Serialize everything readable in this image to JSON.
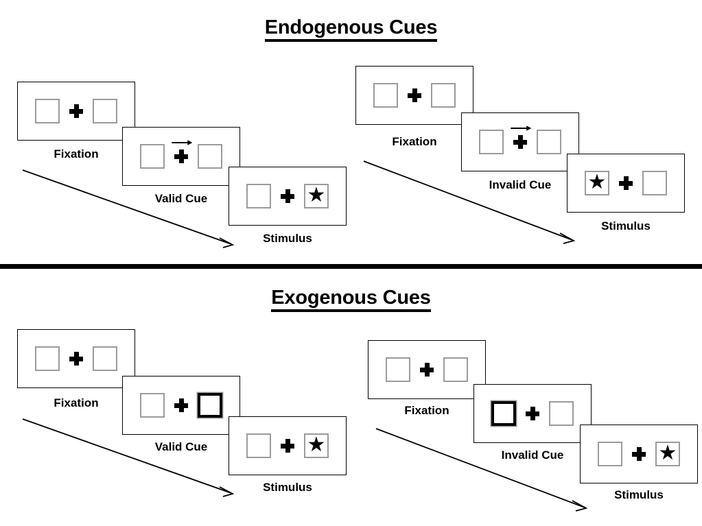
{
  "figure": {
    "title_endogenous": "Endogenous Cues",
    "title_exogenous": "Exogenous Cues",
    "colors": {
      "frame_border": "#000000",
      "placeholder_border": "#9b9b9b",
      "cued_box_border": "#000000",
      "stimulus": "#000000",
      "background": "#ffffff"
    }
  },
  "sections": [
    {
      "id": "endogenous",
      "title": "Endogenous Cues",
      "conditions": [
        {
          "id": "endogenous-valid",
          "frames": [
            {
              "label": "Fixation",
              "left_box": "empty",
              "right_box": "empty",
              "center": "plus",
              "cue": "none"
            },
            {
              "label": "Valid Cue",
              "left_box": "empty",
              "right_box": "empty",
              "center": "plus",
              "cue": "arrow-right"
            },
            {
              "label": "Stimulus",
              "left_box": "empty",
              "right_box": "star",
              "center": "plus",
              "cue": "none"
            }
          ]
        },
        {
          "id": "endogenous-invalid",
          "frames": [
            {
              "label": "Fixation",
              "left_box": "empty",
              "right_box": "empty",
              "center": "plus",
              "cue": "none"
            },
            {
              "label": "Invalid Cue",
              "left_box": "empty",
              "right_box": "empty",
              "center": "plus",
              "cue": "arrow-right"
            },
            {
              "label": "Stimulus",
              "left_box": "star",
              "right_box": "empty",
              "center": "plus",
              "cue": "none"
            }
          ]
        }
      ]
    },
    {
      "id": "exogenous",
      "title": "Exogenous Cues",
      "conditions": [
        {
          "id": "exogenous-valid",
          "frames": [
            {
              "label": "Fixation",
              "left_box": "empty",
              "right_box": "empty",
              "center": "plus",
              "cue": "none"
            },
            {
              "label": "Valid Cue",
              "left_box": "empty",
              "right_box": "cued",
              "center": "plus",
              "cue": "box-flash-right"
            },
            {
              "label": "Stimulus",
              "left_box": "empty",
              "right_box": "star",
              "center": "plus",
              "cue": "none"
            }
          ]
        },
        {
          "id": "exogenous-invalid",
          "frames": [
            {
              "label": "Fixation",
              "left_box": "empty",
              "right_box": "empty",
              "center": "plus",
              "cue": "none"
            },
            {
              "label": "Invalid Cue",
              "left_box": "cued",
              "right_box": "empty",
              "center": "plus",
              "cue": "box-flash-left"
            },
            {
              "label": "Stimulus",
              "left_box": "empty",
              "right_box": "star",
              "center": "plus",
              "cue": "none"
            }
          ]
        }
      ]
    }
  ],
  "glyphs": {
    "star": "★",
    "fixation_cross": "plus-icon",
    "time_arrow": "time-arrow-icon",
    "cue_arrow": "arrow-right-icon"
  }
}
